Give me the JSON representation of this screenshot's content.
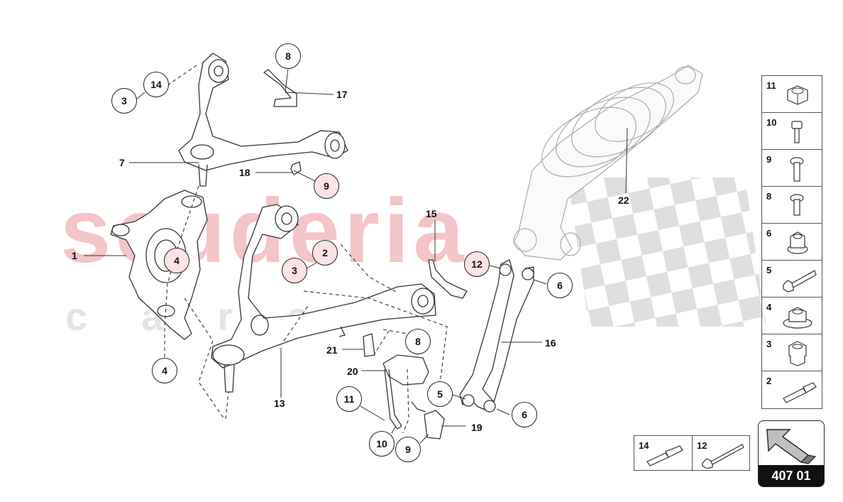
{
  "watermark": {
    "main": "scuderia",
    "sub": "cars"
  },
  "callouts": [
    {
      "label": "8"
    },
    {
      "label": "17"
    },
    {
      "label": "14"
    },
    {
      "label": "3"
    },
    {
      "label": "7"
    },
    {
      "label": "18"
    },
    {
      "label": "9"
    },
    {
      "label": "1"
    },
    {
      "label": "4"
    },
    {
      "label": "2"
    },
    {
      "label": "3"
    },
    {
      "label": "4"
    },
    {
      "label": "15"
    },
    {
      "label": "12"
    },
    {
      "label": "6"
    },
    {
      "label": "8"
    },
    {
      "label": "21"
    },
    {
      "label": "16"
    },
    {
      "label": "20"
    },
    {
      "label": "13"
    },
    {
      "label": "5"
    },
    {
      "label": "11"
    },
    {
      "label": "6"
    },
    {
      "label": "19"
    },
    {
      "label": "10"
    },
    {
      "label": "9"
    },
    {
      "label": "22"
    }
  ],
  "side_panel": [
    {
      "num": "11",
      "icon": "hex-nut-icon"
    },
    {
      "num": "10",
      "icon": "hex-socket-screw-icon"
    },
    {
      "num": "9",
      "icon": "torx-screw-icon"
    },
    {
      "num": "8",
      "icon": "torx-screw-icon"
    },
    {
      "num": "6",
      "icon": "flange-nut-icon"
    },
    {
      "num": "5",
      "icon": "hex-bolt-icon"
    },
    {
      "num": "4",
      "icon": "washer-nut-icon"
    },
    {
      "num": "3",
      "icon": "lock-nut-icon"
    },
    {
      "num": "2",
      "icon": "bushing-sleeve-icon"
    }
  ],
  "bottom_panel": [
    {
      "num": "14",
      "icon": "sleeve-pin-icon"
    },
    {
      "num": "12",
      "icon": "long-bolt-icon"
    }
  ],
  "nav": {
    "code": "407 01",
    "icon": "arrow-icon"
  }
}
